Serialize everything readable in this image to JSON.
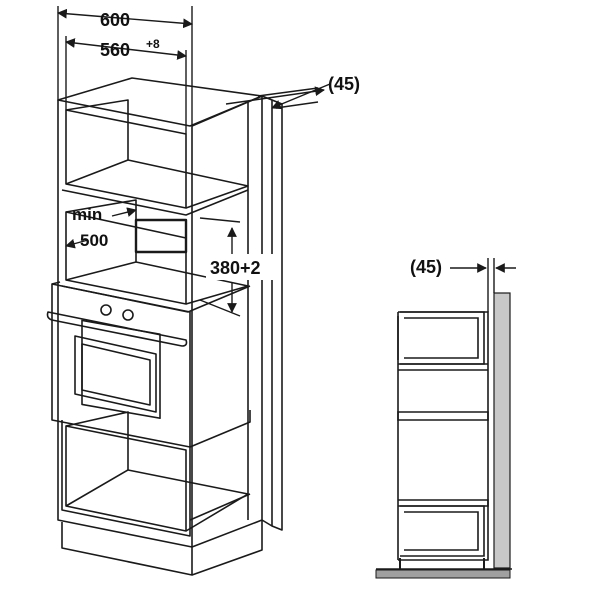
{
  "dimensions": {
    "overall_width": "600",
    "niche_width": "560",
    "niche_width_tolerance": "+8",
    "gap_top": "(45)",
    "min_label": "min",
    "min_depth": "500",
    "niche_height": "380+2",
    "gap_side": "(45)"
  },
  "colors": {
    "line": "#1a1a1a",
    "wall": "#c8c8c8",
    "floor": "#a0a0a0"
  }
}
